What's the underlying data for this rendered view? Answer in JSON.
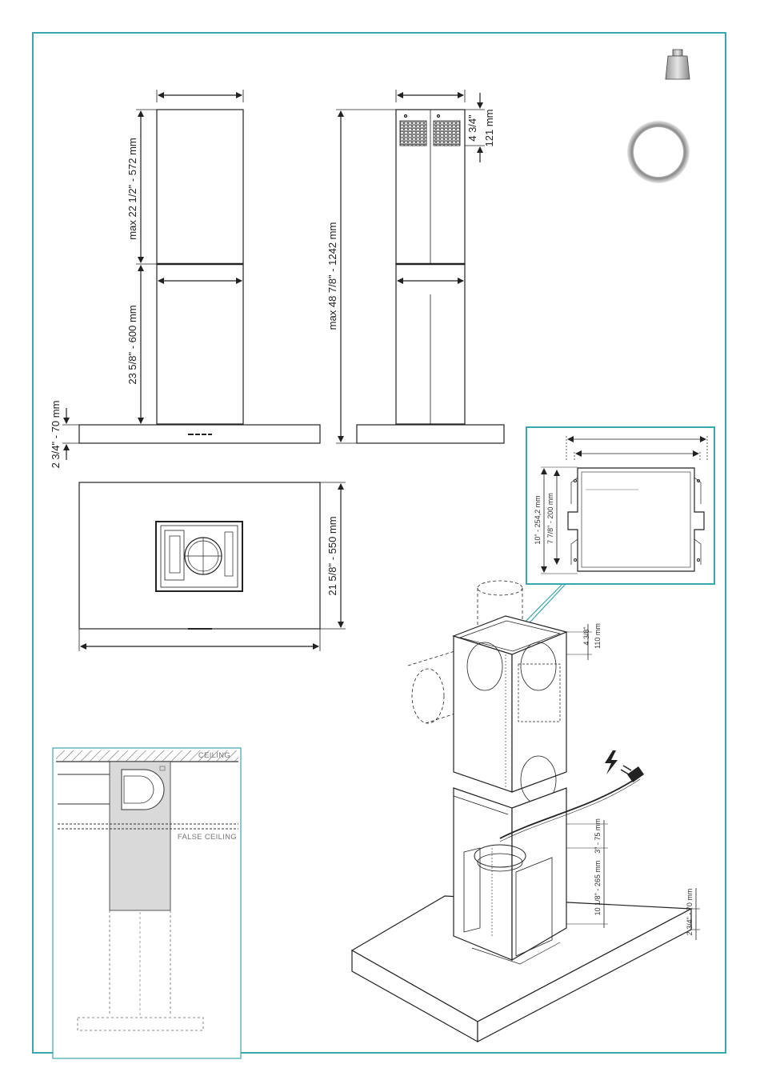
{
  "dimensions": {
    "chimney_upper": "max 22 1/2\" - 572 mm",
    "chimney_lower": "23 5/8\" - 600 mm",
    "canopy_thickness": "2 3/4\" - 70 mm",
    "total_height": "max 48 7/8\" - 1242 mm",
    "vent_height_in": "4 3/4\"",
    "vent_height_mm": "121 mm",
    "depth": "21 5/8\" - 550 mm",
    "bracket_width": "10\" - 254,2 mm",
    "bracket_height": "7 7/8\" - 200 mm",
    "iso_top_in": "4 3/8\"",
    "iso_top_mm": "110 mm",
    "iso_lower": "10 1/8\" - 265 mm",
    "iso_small": "3\" - 75 mm",
    "iso_canopy": "2 3/4\" - 70 mm"
  },
  "labels": {
    "ceiling": "CEILING",
    "false_ceiling": "FALSE CEILING"
  },
  "icons": {
    "weight": "weight-icon",
    "ring": "ring-icon",
    "lightning": "lightning-icon",
    "plug": "plug-icon"
  },
  "colors": {
    "frame": "#3aa6ad",
    "line": "#222222",
    "chimney_fill": "#d9d9d9"
  }
}
